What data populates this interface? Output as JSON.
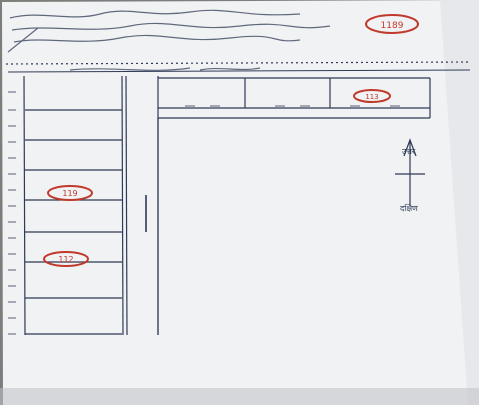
{
  "scene": {
    "description_visible_text": {
      "top_right_number": "1189",
      "plot_numbers": [
        "119",
        "112",
        "113"
      ],
      "right_note_heading": "उत्तर",
      "right_note_bottom": "दक्षिण"
    }
  },
  "colors": {
    "paper": "#f3f4f6",
    "paper_edge": "#d8d9dc",
    "ink_blue": "#2f3a55",
    "ink_red": "#c0392b",
    "background": "#7d7d7b"
  }
}
